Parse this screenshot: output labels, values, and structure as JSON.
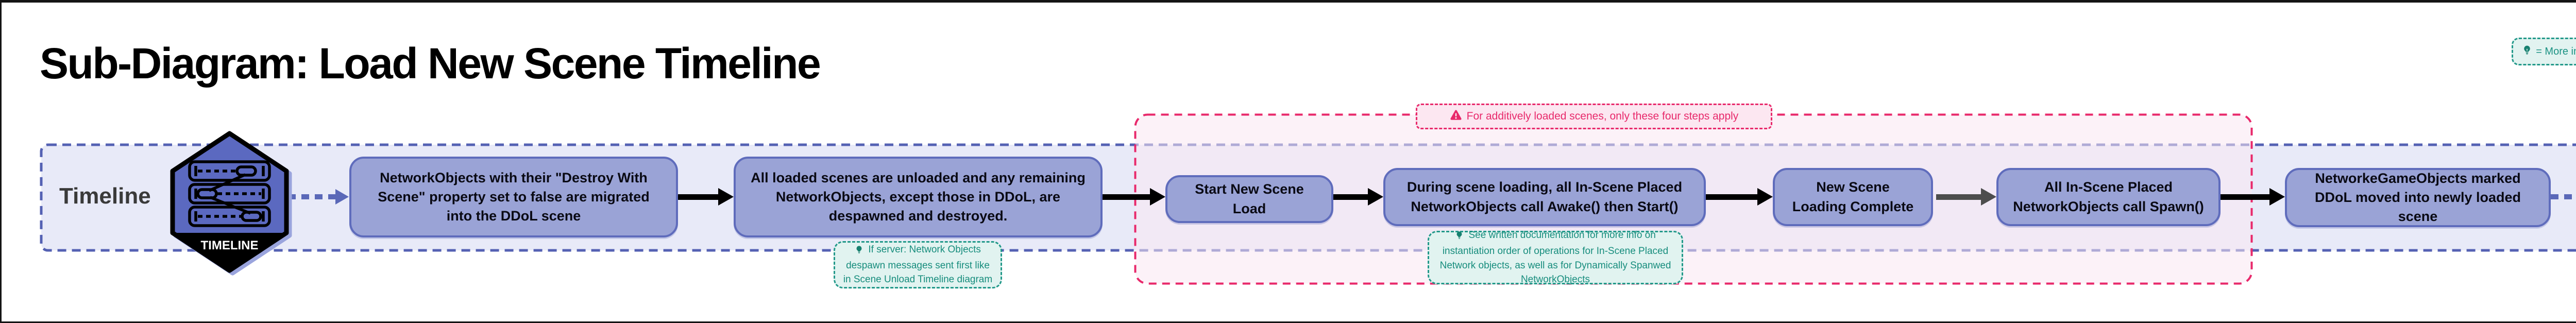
{
  "title": "Sub-Diagram: Load New Scene Timeline",
  "legend": {
    "more_info_label": "= More info"
  },
  "timeline_band": {
    "label": "Timeline",
    "hexagon_badge_label": "TIMELINE"
  },
  "steps": [
    {
      "text": "NetworkObjects with their \"Destroy With Scene\" property set to false are migrated into the DDoL scene"
    },
    {
      "text": "All loaded scenes are unloaded and any remaining NetworkObjects, except those in DDoL, are despawned and destroyed."
    },
    {
      "text": "Start New Scene Load"
    },
    {
      "text": "During scene loading, all In-Scene Placed NetworkObjects call Awake() then Start()"
    },
    {
      "text": "New Scene Loading Complete"
    },
    {
      "text": "All In-Scene Placed NetworkObjects call Spawn()"
    },
    {
      "text": "NetworkeGameObjects marked DDoL moved into newly loaded scene"
    }
  ],
  "additive_group": {
    "label": "For additively loaded scenes, only these four steps apply"
  },
  "notes": [
    {
      "text": "If server: Network Objects despawn messages sent first like in Scene Unload Timeline diagram"
    },
    {
      "text": "See written documentation for more info on instantiation order of operations for In-Scene Placed Network objects, as well as for Dynamically Spanwed NetworkObjects"
    }
  ],
  "colors": {
    "band_fill": "#e8eaf8",
    "band_border": "#5461b3",
    "box_fill": "#9aa3d6",
    "box_border": "#5f6cbc",
    "hexagon_fill": "#5b69c0",
    "pink_accent": "#e8296b",
    "teal_accent": "#23998a",
    "arrow_black": "#000000",
    "arrow_gray": "#4d4d4d",
    "connector_purple": "#5a68b8"
  }
}
